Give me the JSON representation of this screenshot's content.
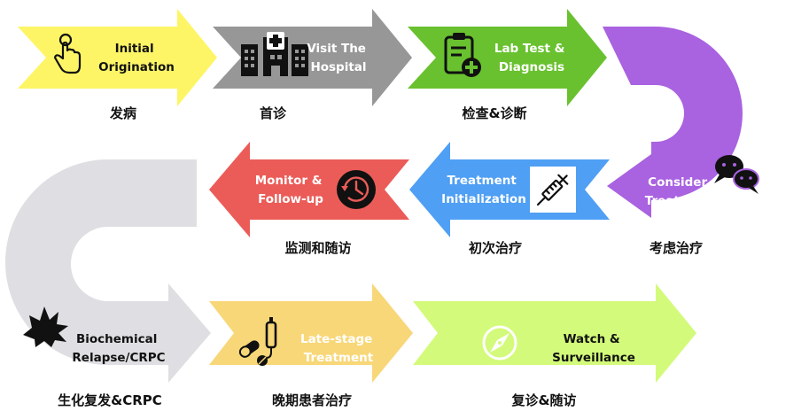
{
  "colors": {
    "s1": "#fdf566",
    "s2": "#979797",
    "s3": "#69c12f",
    "s4": "#a962e0",
    "s5": "#4f9ff4",
    "s6": "#eb5c58",
    "s7": "#dfdfe3",
    "s8": "#f8d778",
    "s9": "#d3fa7a"
  },
  "steps": [
    {
      "id": "s1",
      "en": [
        "Initial",
        "Origination"
      ],
      "zh": "发病",
      "icon": "hand-pointer-icon"
    },
    {
      "id": "s2",
      "en": [
        "Visit The",
        "Hospital"
      ],
      "zh": "首诊",
      "icon": "hospital-icon"
    },
    {
      "id": "s3",
      "en": [
        "Lab Test &",
        "Diagnosis"
      ],
      "zh": "检查&诊断",
      "icon": "clipboard-plus-icon"
    },
    {
      "id": "s4",
      "en": [
        "Consider",
        "Treatment"
      ],
      "zh": "考虑治疗",
      "icon": "chat-bubbles-icon"
    },
    {
      "id": "s5",
      "en": [
        "Treatment",
        "Initialization"
      ],
      "zh": "初次治疗",
      "icon": "syringe-icon"
    },
    {
      "id": "s6",
      "en": [
        "Monitor &",
        "Follow-up"
      ],
      "zh": "监测和随访",
      "icon": "history-clock-icon"
    },
    {
      "id": "s7",
      "en": [
        "Biochemical",
        "Relapse/CRPC"
      ],
      "zh": "生化复发&CRPC",
      "icon": "explosion-icon"
    },
    {
      "id": "s8",
      "en": [
        "Late-stage",
        "Treatment"
      ],
      "zh": "晚期患者治疗",
      "icon": "pills-icon"
    },
    {
      "id": "s9",
      "en": [
        "Watch &",
        "Surveillance"
      ],
      "zh": "复诊&随访",
      "icon": "compass-icon"
    }
  ]
}
